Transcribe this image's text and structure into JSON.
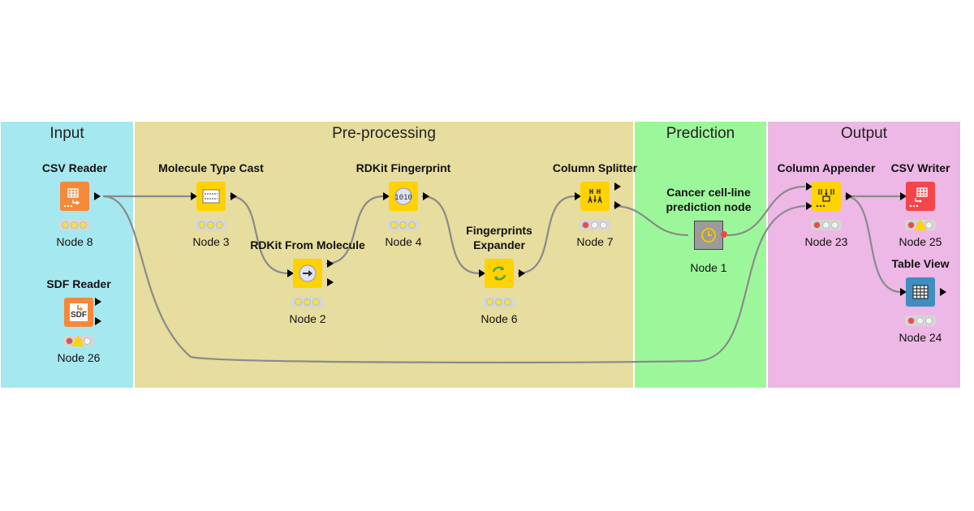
{
  "annotations": {
    "input": "Input",
    "preprocessing": "Pre-processing",
    "prediction": "Prediction",
    "output": "Output"
  },
  "nodes": {
    "csv_reader": {
      "title": "CSV Reader",
      "label": "Node 8",
      "status": "configured",
      "icon": "table-reader-icon"
    },
    "sdf_reader": {
      "title": "SDF Reader",
      "label": "Node 26",
      "status": "idle-warning",
      "icon": "sdf-icon",
      "icon_text": "SDF"
    },
    "molecule_type_cast": {
      "title": "Molecule Type Cast",
      "label": "Node 3",
      "status": "configured",
      "icon": "type-cast-icon"
    },
    "rdkit_from_molecule": {
      "title": "RDKit From Molecule",
      "label": "Node 2",
      "status": "configured",
      "icon": "rdkit-from-molecule-icon"
    },
    "rdkit_fingerprint": {
      "title": "RDKit Fingerprint",
      "label": "Node 4",
      "status": "configured",
      "icon": "fingerprint-icon"
    },
    "fingerprints_expander": {
      "title": "Fingerprints\nExpander",
      "title_lines": [
        "Fingerprints",
        "Expander"
      ],
      "label": "Node 6",
      "status": "configured",
      "icon": "expander-icon"
    },
    "column_splitter": {
      "title": "Column Splitter",
      "label": "Node 7",
      "status": "idle",
      "icon": "column-splitter-icon"
    },
    "prediction_node": {
      "title_lines": [
        "Cancer cell-line",
        "prediction node"
      ],
      "label": "Node 1",
      "icon": "clock-icon"
    },
    "column_appender": {
      "title": "Column Appender",
      "label": "Node 23",
      "status": "idle",
      "icon": "column-appender-icon"
    },
    "csv_writer": {
      "title": "CSV Writer",
      "label": "Node 25",
      "status": "idle-warning",
      "icon": "table-writer-icon"
    },
    "table_view": {
      "title": "Table View",
      "label": "Node 24",
      "status": "idle",
      "icon": "table-view-icon"
    }
  },
  "colors": {
    "io_node": "#f6883a",
    "manipulator_node": "#ffd200",
    "metanode": "#9b9b9b",
    "writer_node": "#f4454b",
    "view_node": "#3e8ebf",
    "wire": "#888888"
  }
}
